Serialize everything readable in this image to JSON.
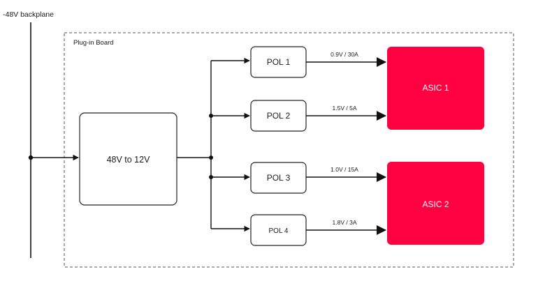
{
  "diagram": {
    "backplane_label": "-48V backplane",
    "board_label": "Plug-in Board",
    "converter_label": "48V to 12V",
    "pols": [
      {
        "label": "POL 1",
        "rail": "0.9V / 30A"
      },
      {
        "label": "POL 2",
        "rail": "1.5V / 5A"
      },
      {
        "label": "POL 3",
        "rail": "1.0V / 15A"
      },
      {
        "label": "POL 4",
        "rail": "1.8V / 3A"
      }
    ],
    "asics": [
      {
        "label": "ASIC 1"
      },
      {
        "label": "ASIC 2"
      }
    ],
    "colors": {
      "asic_fill": "#ff0040",
      "line": "#111111",
      "box_stroke": "#222222",
      "border_dash": "#555555"
    }
  }
}
